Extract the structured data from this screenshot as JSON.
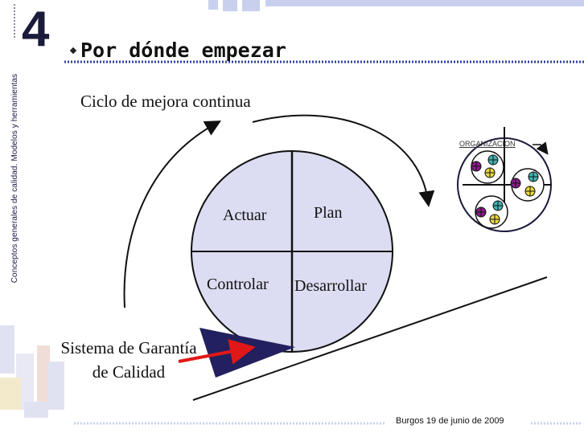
{
  "slide": {
    "side_label": "Conceptos generales de calidad. Modelos y herramientas",
    "section_number": "4",
    "title": "Por dónde empezar",
    "subtitle": "Ciclo de mejora continua",
    "quadrants": {
      "top_left": "Actuar",
      "top_right": "Plan",
      "bottom_left": "Controlar",
      "bottom_right": "Desarrollar"
    },
    "organization_label": "ORGANIZACION",
    "wedge_label_line1": "Sistema de Garantía",
    "wedge_label_line2": "de Calidad",
    "footer": "Burgos 19 de junio  de  2009"
  },
  "colors": {
    "accent_blue": "#2f3f9e",
    "light_blue": "#c8d0ee",
    "circle_fill": "#dcdcf2",
    "wedge_fill": "#22205e",
    "arrow_red": "#e01818",
    "dot_purple": "#8a1a8a",
    "dot_teal": "#3fb4b4",
    "dot_yellow": "#e8d840"
  },
  "icons": [
    "arrow-up-icon",
    "arrow-down-icon",
    "red-arrow-icon",
    "corner-arrow-icon"
  ]
}
